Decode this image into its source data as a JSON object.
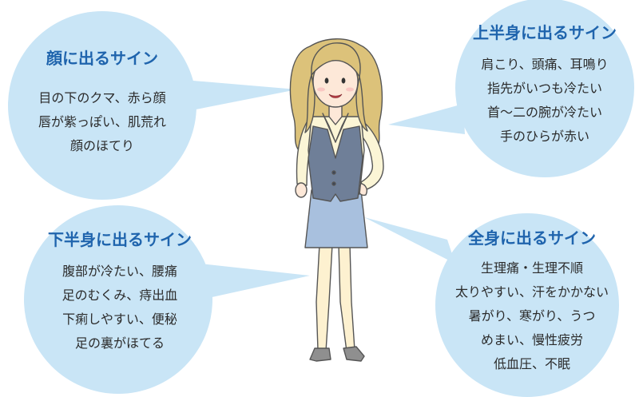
{
  "colors": {
    "bubble_fill": "#c9e5f6",
    "title_text": "#1f64ad",
    "body_text": "#2b2b2b",
    "hair": "#dcc27a",
    "vest": "#6f7f98",
    "skirt": "#a8c0de",
    "blouse": "#fbf5d6",
    "skin": "#fde8d8"
  },
  "bubbles": {
    "face": {
      "title": "顔に出るサイン",
      "lines": [
        "目の下のクマ、赤ら顔",
        "唇が紫っぽい、肌荒れ",
        "顔のほてり"
      ]
    },
    "upper": {
      "title": "上半身に出るサイン",
      "lines": [
        "肩こり、頭痛、耳鳴り",
        "指先がいつも冷たい",
        "首〜二の腕が冷たい",
        "手のひらが赤い"
      ]
    },
    "lower": {
      "title": "下半身に出るサイン",
      "lines": [
        "腹部が冷たい、腰痛",
        "足のむくみ、痔出血",
        "下痢しやすい、便秘",
        "足の裏がほてる"
      ]
    },
    "whole": {
      "title": "全身に出るサイン",
      "lines": [
        "生理痛・生理不順",
        "太りやすい、汗をかかない",
        "暑がり、寒がり、うつ",
        "めまい、慢性疲労",
        "低血圧、不眠"
      ]
    }
  }
}
